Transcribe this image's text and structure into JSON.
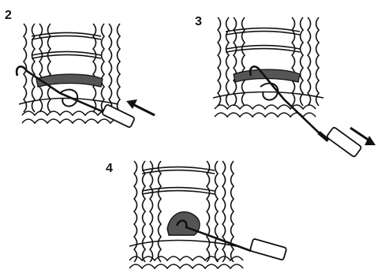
{
  "panels": [
    {
      "label": "2"
    },
    {
      "label": "3"
    },
    {
      "label": "4"
    }
  ],
  "colors": {
    "ink": "#111111",
    "paper": "#ffffff",
    "shade": "#555555"
  }
}
